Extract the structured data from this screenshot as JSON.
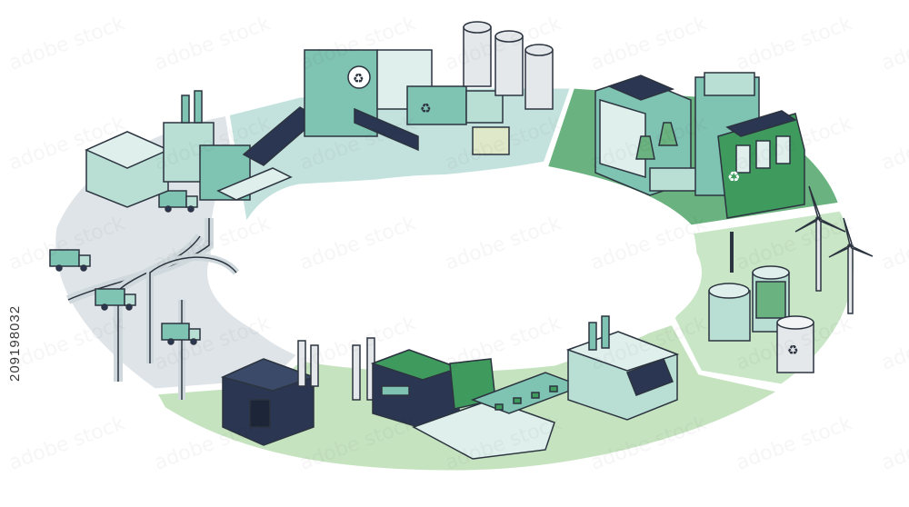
{
  "image_id_text": "209198032",
  "stages": [
    {
      "id": "collection",
      "name": "collection-stage",
      "color": "#dfe4e8"
    },
    {
      "id": "sorting",
      "name": "sorting-stage",
      "color": "#c4e2dd"
    },
    {
      "id": "recycling",
      "name": "recycling-stage",
      "color": "#6ab27f"
    },
    {
      "id": "biogas",
      "name": "biogas-stage",
      "color": "#c9e6c6"
    },
    {
      "id": "manufacturing",
      "name": "manufacturing-stage",
      "color": "#c6e3c0"
    }
  ],
  "palette": {
    "outline": "#2c3440",
    "teal": "#7fc3b3",
    "mint": "#b9dfd4",
    "green": "#3f9a5e",
    "dark": "#2b3752",
    "grey": "#d7dde2",
    "window": "#9fd1cc",
    "pipe": "#cfd8dc"
  }
}
